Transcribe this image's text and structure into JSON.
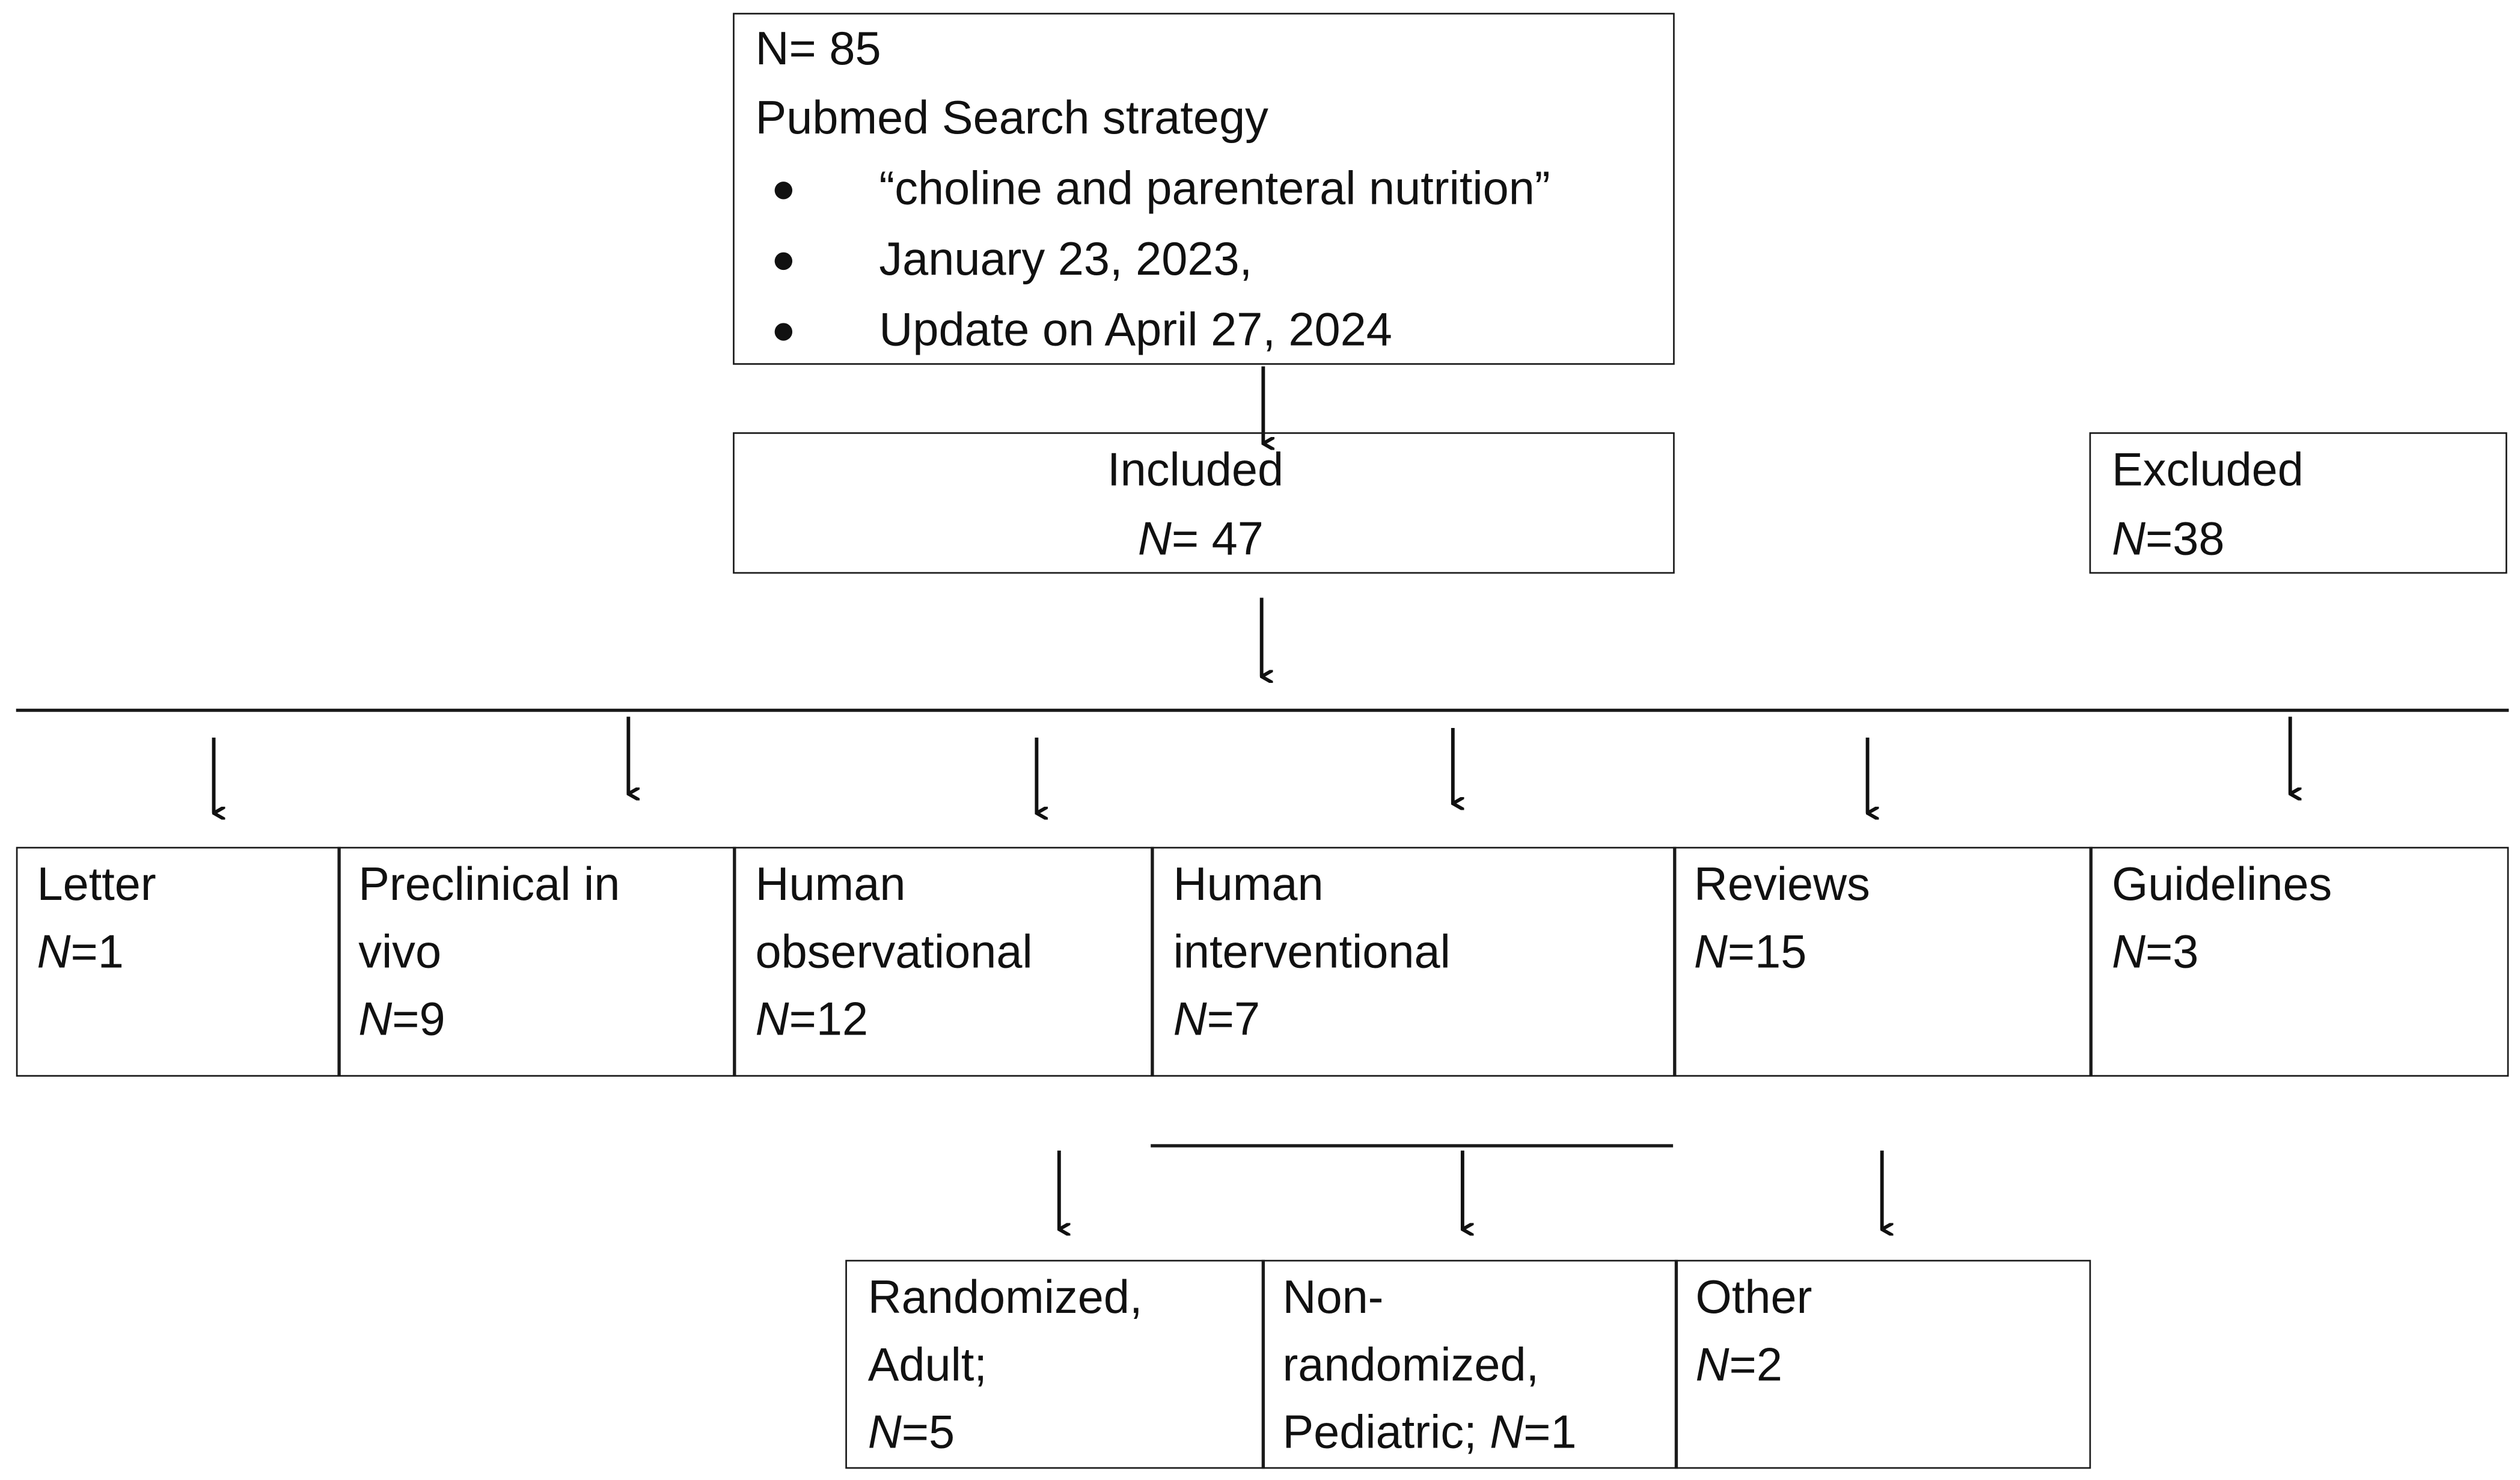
{
  "search": {
    "count": "N= 85",
    "title": "Pubmed Search strategy",
    "bullets": [
      "“choline and parenteral nutrition”",
      "January 23, 2023,",
      "Update on April 27, 2024"
    ]
  },
  "included": {
    "label": "Included",
    "n_prefix": "N",
    "n_value": "= 47"
  },
  "excluded": {
    "label": "Excluded",
    "n_prefix": "N",
    "n_value": "=38"
  },
  "categories": [
    {
      "line1": "Letter",
      "line2": "",
      "n_prefix": "N",
      "n_value": "=1"
    },
    {
      "line1": "Preclinical in",
      "line2": "vivo",
      "n_prefix": "N",
      "n_value": "=9"
    },
    {
      "line1": "Human",
      "line2": "observational",
      "n_prefix": "N",
      "n_value": "=12"
    },
    {
      "line1": "Human",
      "line2": "interventional",
      "n_prefix": "N",
      "n_value": "=7"
    },
    {
      "line1": "Reviews",
      "line2": "",
      "n_prefix": "N",
      "n_value": "=15"
    },
    {
      "line1": "Guidelines",
      "line2": "",
      "n_prefix": "N",
      "n_value": "=3"
    }
  ],
  "subcategories": [
    {
      "line1": "Randomized,",
      "line2": "Adult;",
      "n_prefix": "N",
      "n_value": "=5"
    },
    {
      "line1": "Non-",
      "line2": "randomized,",
      "line3_text": "Pediatric; ",
      "n_prefix": "N",
      "n_value": "=1"
    },
    {
      "line1": "Other",
      "n_prefix": "N",
      "n_value": "=2"
    }
  ]
}
